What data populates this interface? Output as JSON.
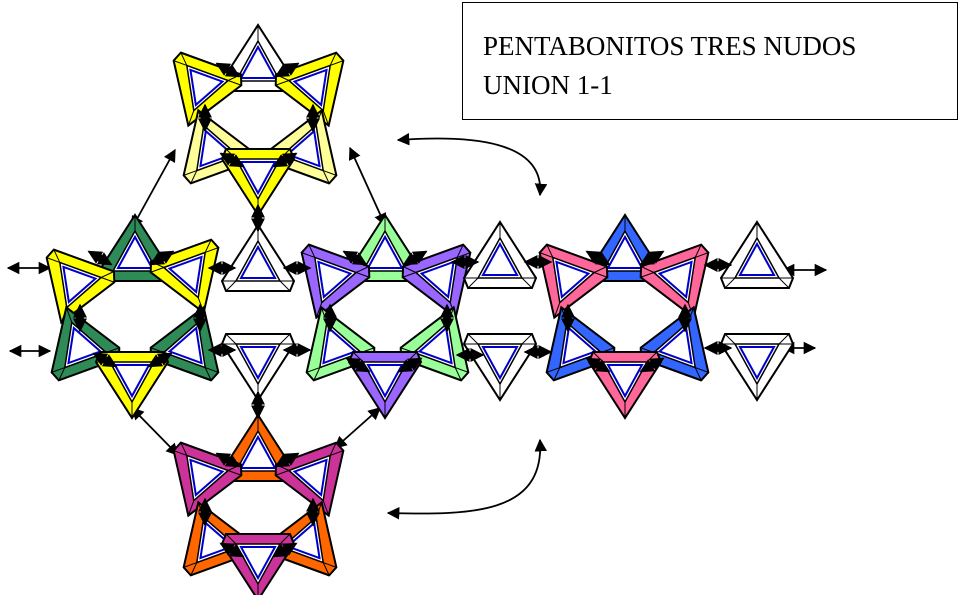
{
  "title": {
    "line1": "PENTABONITOS TRES NUDOS",
    "line2": "UNION 1-1"
  },
  "colors": {
    "yellow": "#ffff00",
    "pale_yellow": "#ffff99",
    "dark_green": "#2e8b57",
    "light_green": "#99ff99",
    "purple": "#9966ff",
    "blue": "#3366ff",
    "pink": "#ff6699",
    "orange": "#ff6600",
    "magenta": "#cc3399",
    "white": "#ffffff",
    "inner_triangle": "#0000cc",
    "outline": "#000000"
  },
  "groups": [
    {
      "name": "top-cluster",
      "colors": [
        "white",
        "yellow",
        "yellow",
        "pale_yellow",
        "pale_yellow",
        "yellow"
      ]
    },
    {
      "name": "left-cluster",
      "colors": [
        "dark_green",
        "yellow",
        "yellow",
        "dark_green",
        "dark_green",
        "yellow"
      ]
    },
    {
      "name": "middle-cluster",
      "colors": [
        "light_green",
        "purple",
        "purple",
        "light_green",
        "light_green",
        "purple"
      ]
    },
    {
      "name": "right-cluster",
      "colors": [
        "blue",
        "pink",
        "pink",
        "blue",
        "blue",
        "pink"
      ]
    },
    {
      "name": "bottom-cluster",
      "colors": [
        "orange",
        "magenta",
        "magenta",
        "orange",
        "orange",
        "magenta"
      ]
    }
  ]
}
